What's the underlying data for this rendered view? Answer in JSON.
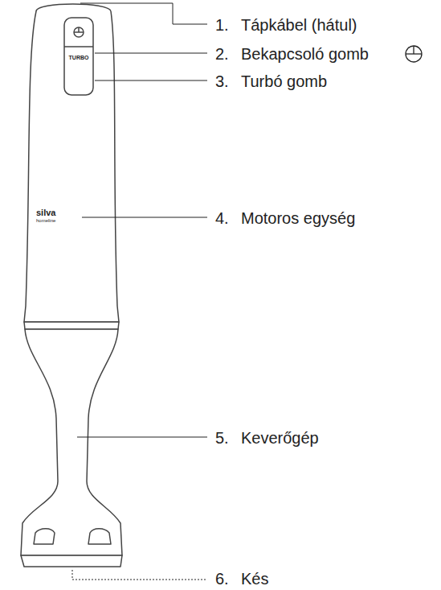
{
  "diagram": {
    "labels": [
      "1.",
      "Tápkábel (hátul)",
      "2.",
      "Bekapcsoló gomb",
      "3.",
      "Turbó gomb",
      "4.",
      "Motoros egység",
      "5.",
      "Keverőgép",
      "6.",
      "Kés",
      "TURBO",
      "silva",
      "homeline"
    ]
  }
}
